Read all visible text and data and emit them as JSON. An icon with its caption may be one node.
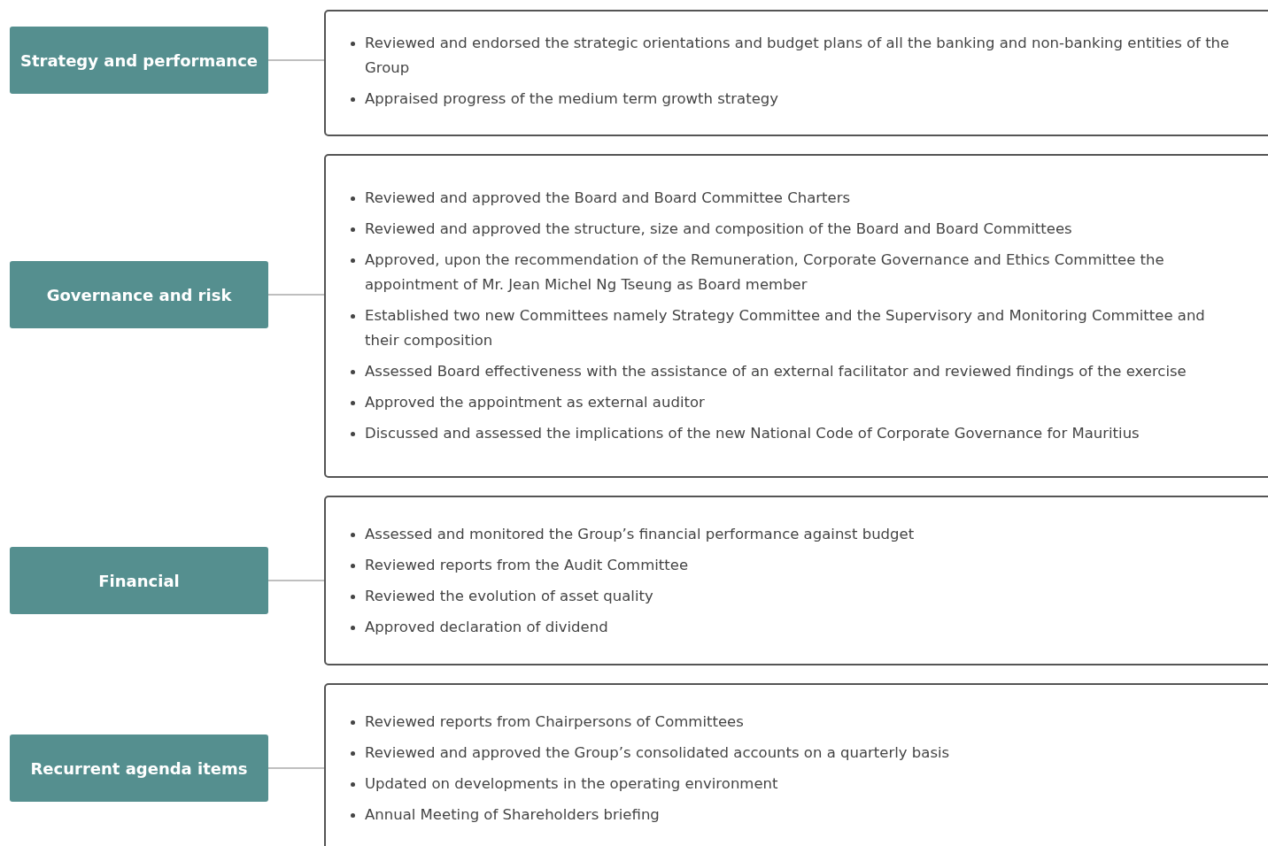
{
  "diagram": {
    "nodes": [
      {
        "text": [
          "Strategy and performance"
        ]
      },
      {
        "text": [
          "Reviewed and endorsed the strategic orientations and budget plans of all the banking and non-banking entities of the Group",
          "Appraised progress of the medium term growth strategy"
        ]
      },
      {
        "text": [
          "Governance and risk"
        ]
      },
      {
        "text": [
          "Reviewed and approved the Board and Board Committee Charters",
          "Reviewed and approved the structure, size and composition of the Board and Board  Committees",
          "Approved, upon the recommendation of the Remuneration, Corporate Governance and Ethics Committee the appointment of Mr. Jean Michel Ng Tseung as Board member",
          "Established two new Committees namely Strategy Committee and the Supervisory and Monitoring Committee and their composition",
          "Assessed Board effectiveness with the assistance of an external facilitator and reviewed  findings of the exercise",
          "Approved the appointment as external auditor",
          "Discussed and assessed the implications of the new National Code of Corporate Governance for Mauritius"
        ]
      },
      {
        "text": [
          "Financial"
        ]
      },
      {
        "text": [
          "Assessed and monitored the Group’s financial performance against budget",
          "Reviewed reports from the Audit Committee",
          "Reviewed the evolution of asset quality",
          "Approved declaration of dividend"
        ]
      },
      {
        "text": [
          "Recurrent agenda items"
        ]
      },
      {
        "text": [
          "Reviewed reports from Chairpersons of Committees",
          "Reviewed and approved the Group’s consolidated accounts on a quarterly basis",
          "Updated on developments in the operating environment",
          "Annual Meeting of Shareholders briefing"
        ]
      }
    ],
    "edges": [
      {
        "from": 0,
        "to": 1,
        "arrow": "none"
      },
      {
        "from": 2,
        "to": 3,
        "arrow": "none"
      },
      {
        "from": 4,
        "to": 5,
        "arrow": "none"
      },
      {
        "from": 6,
        "to": 7,
        "arrow": "none"
      }
    ]
  }
}
